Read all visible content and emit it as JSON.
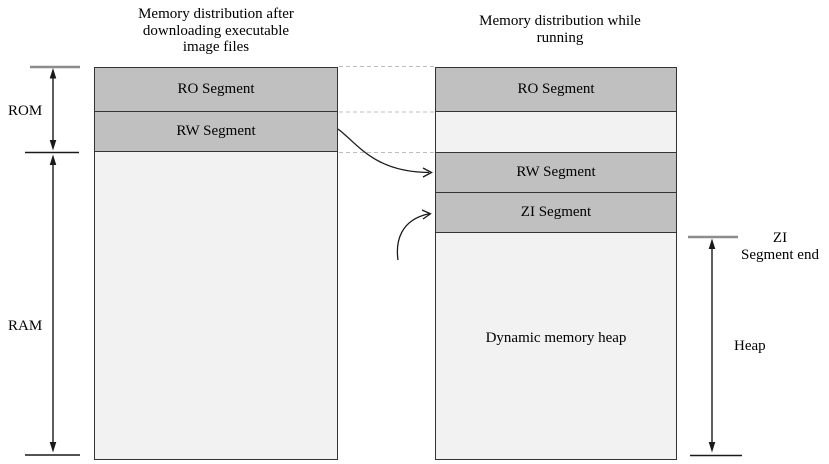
{
  "titles": {
    "left": [
      "Memory distribution after",
      "downloading executable",
      "image files"
    ],
    "right": [
      "Memory distribution while",
      "running"
    ]
  },
  "left_column": {
    "segments": {
      "ro": "RO Segment",
      "rw": "RW Segment"
    }
  },
  "right_column": {
    "segments": {
      "ro": "RO Segment",
      "rw": "RW Segment",
      "zi": "ZI Segment",
      "heap": "Dynamic memory heap"
    }
  },
  "side_labels": {
    "rom": "ROM",
    "ram": "RAM",
    "zi_end": [
      "ZI",
      "Segment end"
    ],
    "heap": "Heap"
  },
  "colors": {
    "segment_fill": "#c0c0c0",
    "column_fill": "#f2f2f2",
    "border": "#333333",
    "dashed_connector": "#bdbdbd",
    "arrow": "#1a1a1a",
    "gray_tick": "#8c8c8c"
  }
}
